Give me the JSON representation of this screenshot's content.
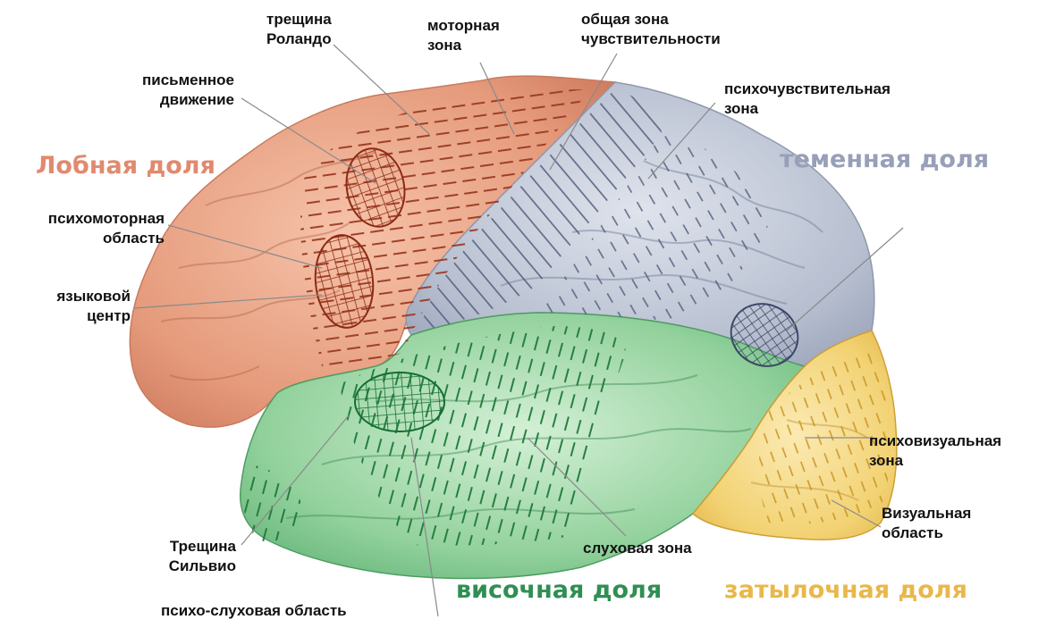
{
  "lobes": {
    "frontal": "Лобная доля",
    "parietal": "теменная доля",
    "temporal": "височная доля",
    "occipital": "затылочная доля"
  },
  "labels": {
    "rolando": [
      "трещина",
      "Роландо"
    ],
    "motor": [
      "моторная",
      "зона"
    ],
    "general_sense": [
      "общая зона",
      "чувствительности"
    ],
    "writing": [
      "письменное",
      "движение"
    ],
    "psychosensory": [
      "психочувствительная",
      "зона"
    ],
    "psychomotor": [
      "психомоторная",
      "область"
    ],
    "language": [
      "языковой",
      "центр"
    ],
    "psychovisual": [
      "психовизуальная",
      "зона"
    ],
    "visual": [
      "Визуальная",
      "область"
    ],
    "sylvius": [
      "Трещина",
      "Сильвио"
    ],
    "auditory": "слуховая зона",
    "psycho_auditory": "психо-слуховая область"
  },
  "colors": {
    "frontal": "#e39a7c",
    "frontal_text": "#e08a6e",
    "parietal": "#b9c1d2",
    "parietal_text": "#97a0b8",
    "temporal": "#8fcf99",
    "temporal_text": "#2f8f53",
    "occipital": "#f3d77a",
    "occipital_text": "#e9b84a",
    "hatch_frontal": "#9a3b22",
    "hatch_parietal": "#4d5a79",
    "hatch_temporal": "#1f7a3a",
    "hatch_occipital": "#c69222",
    "leader": "#8a8a8a"
  }
}
